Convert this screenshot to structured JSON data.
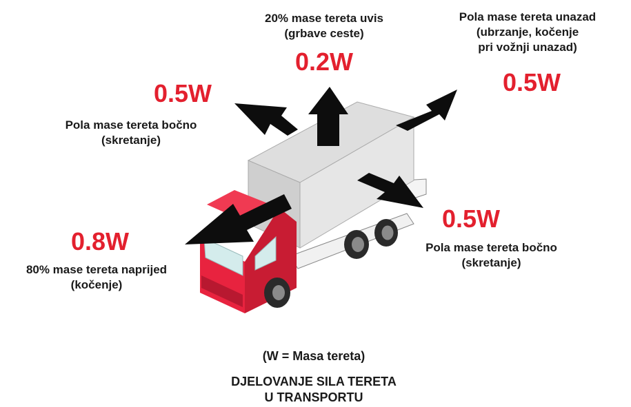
{
  "forces": {
    "up": {
      "value": "0.2W",
      "label_lines": [
        "20% mase tereta uvis",
        "(grbave ceste)"
      ]
    },
    "back": {
      "value": "0.5W",
      "label_lines": [
        "Pola mase tereta unazad",
        "(ubrzanje, kočenje",
        "pri vožnji unazad)"
      ]
    },
    "side_left": {
      "value": "0.5W",
      "label_lines": [
        "Pola mase tereta bočno",
        "(skretanje)"
      ]
    },
    "side_right": {
      "value": "0.5W",
      "label_lines": [
        "Pola mase tereta bočno",
        "(skretanje)"
      ]
    },
    "forward": {
      "value": "0.8W",
      "label_lines": [
        "80% mase tereta naprijed",
        "(kočenje)"
      ]
    }
  },
  "legend": "(W = Masa tereta)",
  "caption_lines": [
    "DJELOVANJE SILA TERETA",
    "U TRANSPORTU"
  ],
  "colors": {
    "value_red": "#e3202e",
    "cab_red": "#e8233f",
    "cargo_gray": "#d9d9d9",
    "arrow_black": "#0d0d0d"
  }
}
